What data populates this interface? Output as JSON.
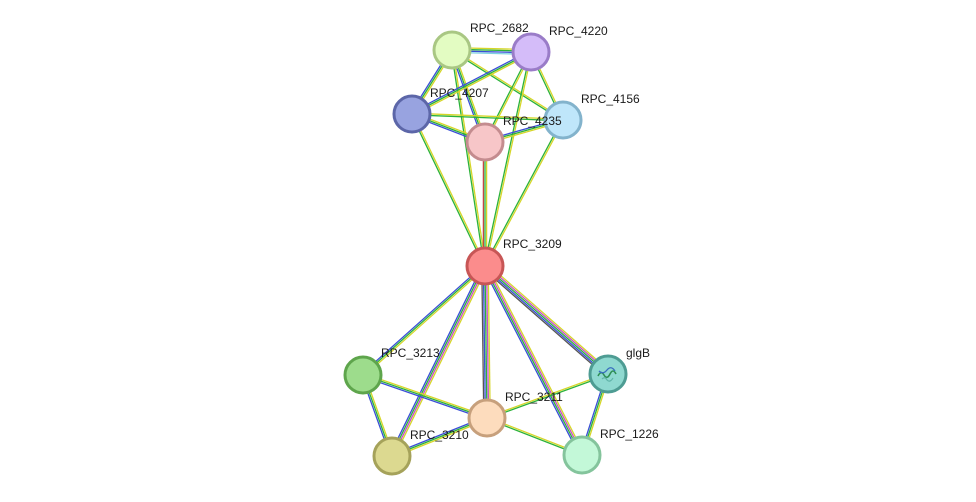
{
  "nodes": [
    {
      "id": "RPC_2682",
      "label": "RPC_2682",
      "fill": "#e3fcc2",
      "stroke": "#a9c783"
    },
    {
      "id": "RPC_4220",
      "label": "RPC_4220",
      "fill": "#d4bcf9",
      "stroke": "#9a7cc8"
    },
    {
      "id": "RPC_4207",
      "label": "RPC_4207",
      "fill": "#98a3e0",
      "stroke": "#5c66a8"
    },
    {
      "id": "RPC_4156",
      "label": "RPC_4156",
      "fill": "#bfe6fa",
      "stroke": "#83b3cc"
    },
    {
      "id": "RPC_4235",
      "label": "RPC_4235",
      "fill": "#f7c6c8",
      "stroke": "#c48c8f"
    },
    {
      "id": "RPC_3209",
      "label": "RPC_3209",
      "fill": "#fb8c8c",
      "stroke": "#c75656"
    },
    {
      "id": "RPC_3213",
      "label": "RPC_3213",
      "fill": "#9ddc8c",
      "stroke": "#5ea54c"
    },
    {
      "id": "glgB",
      "label": "glgB",
      "fill": "#8fd9d0",
      "stroke": "#4e9c93",
      "has_structure": true
    },
    {
      "id": "RPC_3211",
      "label": "RPC_3211",
      "fill": "#fddcbd",
      "stroke": "#c7a07c"
    },
    {
      "id": "RPC_3210",
      "label": "RPC_3210",
      "fill": "#dcd990",
      "stroke": "#a5a25a"
    },
    {
      "id": "RPC_1226",
      "label": "RPC_1226",
      "fill": "#c3f8d8",
      "stroke": "#84c49c"
    }
  ],
  "edges": [
    {
      "source": "RPC_2682",
      "target": "RPC_4220",
      "colors": [
        "#d6d628",
        "#2bb23a",
        "#3a4fd6",
        "#7ed3e0"
      ]
    },
    {
      "source": "RPC_2682",
      "target": "RPC_4207",
      "colors": [
        "#d6d628",
        "#2bb23a",
        "#3a4fd6"
      ]
    },
    {
      "source": "RPC_2682",
      "target": "RPC_4156",
      "colors": [
        "#d6d628",
        "#2bb23a"
      ]
    },
    {
      "source": "RPC_2682",
      "target": "RPC_4235",
      "colors": [
        "#d6d628",
        "#2bb23a",
        "#3a4fd6"
      ]
    },
    {
      "source": "RPC_2682",
      "target": "RPC_3209",
      "colors": [
        "#d6d628",
        "#2bb23a"
      ]
    },
    {
      "source": "RPC_4220",
      "target": "RPC_4207",
      "colors": [
        "#d6d628",
        "#2bb23a",
        "#3a4fd6"
      ]
    },
    {
      "source": "RPC_4220",
      "target": "RPC_4156",
      "colors": [
        "#d6d628",
        "#2bb23a"
      ]
    },
    {
      "source": "RPC_4220",
      "target": "RPC_4235",
      "colors": [
        "#d6d628",
        "#2bb23a"
      ]
    },
    {
      "source": "RPC_4220",
      "target": "RPC_3209",
      "colors": [
        "#d6d628",
        "#2bb23a"
      ]
    },
    {
      "source": "RPC_4207",
      "target": "RPC_4156",
      "colors": [
        "#d6d628",
        "#2bb23a"
      ]
    },
    {
      "source": "RPC_4207",
      "target": "RPC_4235",
      "colors": [
        "#d6d628",
        "#2bb23a",
        "#3a4fd6"
      ]
    },
    {
      "source": "RPC_4207",
      "target": "RPC_3209",
      "colors": [
        "#d6d628",
        "#2bb23a"
      ]
    },
    {
      "source": "RPC_4156",
      "target": "RPC_4235",
      "colors": [
        "#d6d628",
        "#2bb23a",
        "#3a4fd6"
      ]
    },
    {
      "source": "RPC_4156",
      "target": "RPC_3209",
      "colors": [
        "#d6d628",
        "#2bb23a"
      ]
    },
    {
      "source": "RPC_4235",
      "target": "RPC_3209",
      "colors": [
        "#d6d628",
        "#2bb23a",
        "#c44545"
      ]
    },
    {
      "source": "RPC_3209",
      "target": "RPC_3213",
      "colors": [
        "#d6d628",
        "#2bb23a",
        "#3a4fd6"
      ]
    },
    {
      "source": "RPC_3209",
      "target": "glgB",
      "colors": [
        "#d6d628",
        "#c94cc9",
        "#2bb23a",
        "#3a4fd6",
        "#555555"
      ]
    },
    {
      "source": "RPC_3209",
      "target": "RPC_3211",
      "colors": [
        "#d6d628",
        "#c94cc9",
        "#2bb23a",
        "#3a4fd6",
        "#555555"
      ]
    },
    {
      "source": "RPC_3209",
      "target": "RPC_3210",
      "colors": [
        "#d6d628",
        "#c94cc9",
        "#2bb23a",
        "#3a4fd6"
      ]
    },
    {
      "source": "RPC_3209",
      "target": "RPC_1226",
      "colors": [
        "#d6d628",
        "#c94cc9",
        "#2bb23a",
        "#3a4fd6"
      ]
    },
    {
      "source": "RPC_3213",
      "target": "RPC_3211",
      "colors": [
        "#d6d628",
        "#2bb23a",
        "#3a4fd6"
      ]
    },
    {
      "source": "RPC_3213",
      "target": "RPC_3210",
      "colors": [
        "#d6d628",
        "#2bb23a",
        "#3a4fd6"
      ]
    },
    {
      "source": "RPC_3211",
      "target": "RPC_3210",
      "colors": [
        "#d6d628",
        "#2bb23a",
        "#3a4fd6"
      ]
    },
    {
      "source": "RPC_3211",
      "target": "glgB",
      "colors": [
        "#d6d628",
        "#2bb23a"
      ]
    },
    {
      "source": "RPC_3211",
      "target": "RPC_1226",
      "colors": [
        "#d6d628",
        "#2bb23a"
      ]
    },
    {
      "source": "glgB",
      "target": "RPC_1226",
      "colors": [
        "#d6d628",
        "#2bb23a",
        "#3a4fd6"
      ]
    }
  ]
}
